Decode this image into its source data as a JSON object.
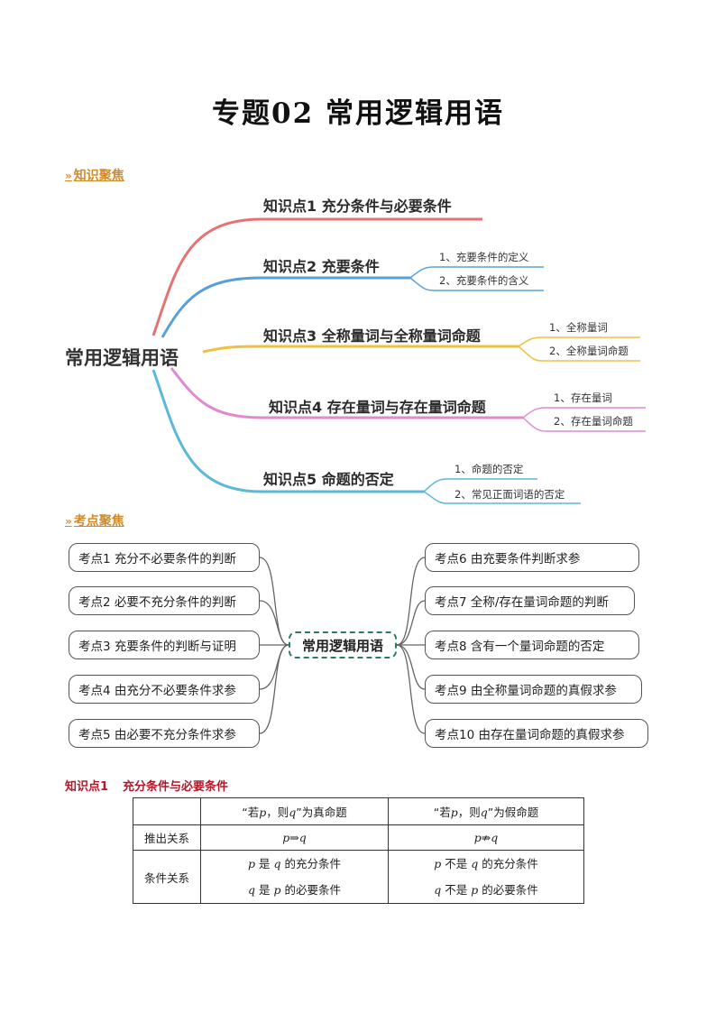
{
  "page_title": "专题02 常用逻辑用语",
  "section1": {
    "arrows": "»",
    "label": "知识聚焦"
  },
  "mindmap1": {
    "root": "常用逻辑用语",
    "branches": [
      {
        "label": "知识点1  充分条件与必要条件",
        "color": "#e57373",
        "subs": []
      },
      {
        "label": "知识点2  充要条件",
        "color": "#5aa0d8",
        "subs": [
          "1、充要条件的定义",
          "2、充要条件的含义"
        ]
      },
      {
        "label": "知识点3  全称量词与全称量词命题",
        "color": "#f0c040",
        "subs": [
          "1、全称量词",
          "2、全称量词命题"
        ]
      },
      {
        "label": "知识点4  存在量词与存在量词命题",
        "color": "#e08ad0",
        "subs": [
          "1、存在量词",
          "2、存在量词命题"
        ]
      },
      {
        "label": "知识点5  命题的否定",
        "color": "#5ab8d8",
        "subs": [
          "1、命题的否定",
          "2、常见正面词语的否定"
        ]
      }
    ]
  },
  "section2": {
    "arrows": "»",
    "label": "考点聚焦"
  },
  "mindmap2": {
    "center": "常用逻辑用语",
    "left": [
      "考点1  充分不必要条件的判断",
      "考点2  必要不充分条件的判断",
      "考点3  充要条件的判断与证明",
      "考点4  由充分不必要条件求参",
      "考点5  由必要不充分条件求参"
    ],
    "right": [
      "考点6  由充要条件判断求参",
      "考点7  全称/存在量词命题的判断",
      "考点8  含有一个量词命题的否定",
      "考点9  由全称量词命题的真假求参",
      "考点10  由存在量词命题的真假求参"
    ]
  },
  "knowledge1": {
    "heading_num": "知识点1",
    "heading_text": "充分条件与必要条件",
    "table": {
      "col1_a": "“若",
      "col1_p": "p",
      "col1_b": "，则",
      "col1_q": "q",
      "col1_c": "”为真命题",
      "col2_a": "“若",
      "col2_p": "p",
      "col2_b": "，则",
      "col2_q": "q",
      "col2_c": "”为假命题",
      "row1_label": "推出关系",
      "row1_c1": "p⇒q",
      "row1_c2": "p⇏q",
      "row2_label": "条件关系",
      "row2_c1_l1_p": "p",
      "row2_c1_l1_mid": " 是 ",
      "row2_c1_l1_q": "q",
      "row2_c1_l1_end": " 的充分条件",
      "row2_c1_l2_q": "q",
      "row2_c1_l2_mid": " 是 ",
      "row2_c1_l2_p": "p",
      "row2_c1_l2_end": " 的必要条件",
      "row2_c2_l1_p": "p",
      "row2_c2_l1_mid": " 不是 ",
      "row2_c2_l1_q": "q",
      "row2_c2_l1_end": " 的充分条件",
      "row2_c2_l2_q": "q",
      "row2_c2_l2_mid": " 不是 ",
      "row2_c2_l2_p": "p",
      "row2_c2_l2_end": " 的必要条件"
    }
  }
}
